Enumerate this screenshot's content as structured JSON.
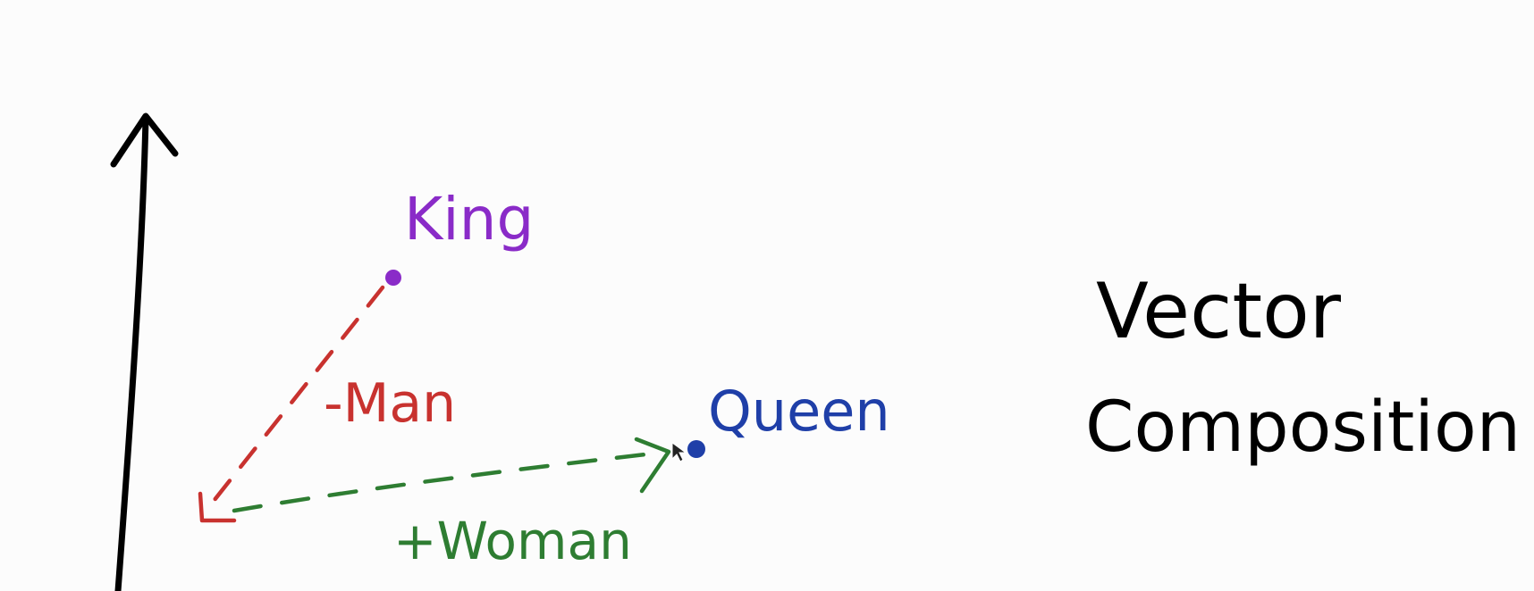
{
  "labels": {
    "king": "King",
    "minus_man": "-Man",
    "queen": "Queen",
    "plus_woman": "+Woman",
    "title_line1": "Vector",
    "title_line2": "Composition"
  },
  "colors": {
    "background": "#fcfcfc",
    "axis": "#000000",
    "king": "#8a2bc8",
    "man": "#c8322f",
    "queen": "#1f3fa8",
    "woman": "#2e7d32",
    "title": "#000000"
  }
}
